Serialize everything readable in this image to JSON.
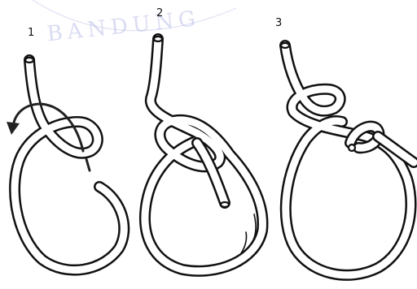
{
  "watermark": {
    "text": "BANDUNG"
  },
  "steps": [
    {
      "label": "1"
    },
    {
      "label": "2"
    },
    {
      "label": "3"
    }
  ],
  "colors": {
    "ink": "#111111",
    "watermark": "#bcc0e8",
    "background": "#ffffff"
  },
  "icons": {
    "direction_arrow": "curved-arrow-left-icon"
  }
}
